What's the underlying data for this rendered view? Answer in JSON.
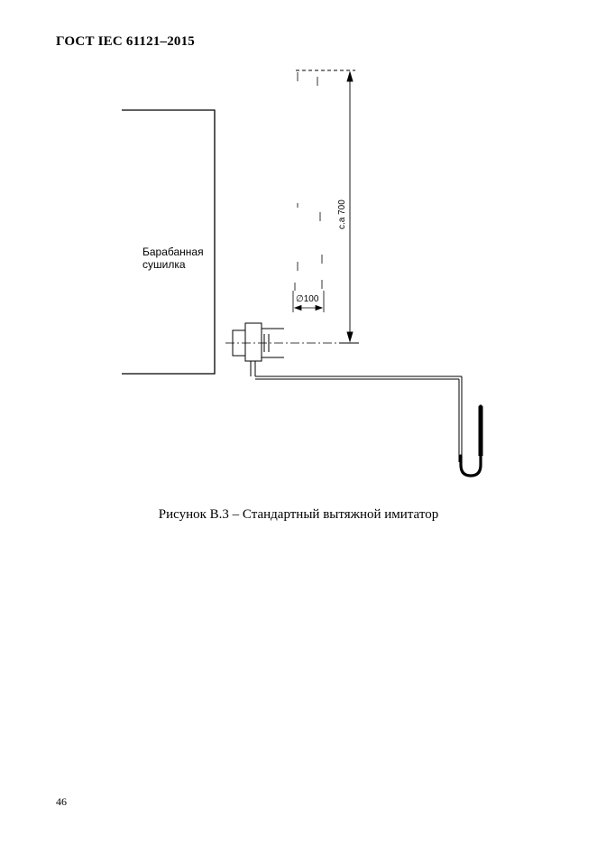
{
  "header": {
    "title": "ГОСТ IEC 61121–2015"
  },
  "figure": {
    "dryer_label_line1": "Барабанная",
    "dryer_label_line2": "сушилка",
    "height_label": "c.a 700",
    "diameter_label": "∅100"
  },
  "caption": {
    "text": "Рисунок В.3 – Стандартный вытяжной имитатор"
  },
  "footer": {
    "page_number": "46"
  }
}
